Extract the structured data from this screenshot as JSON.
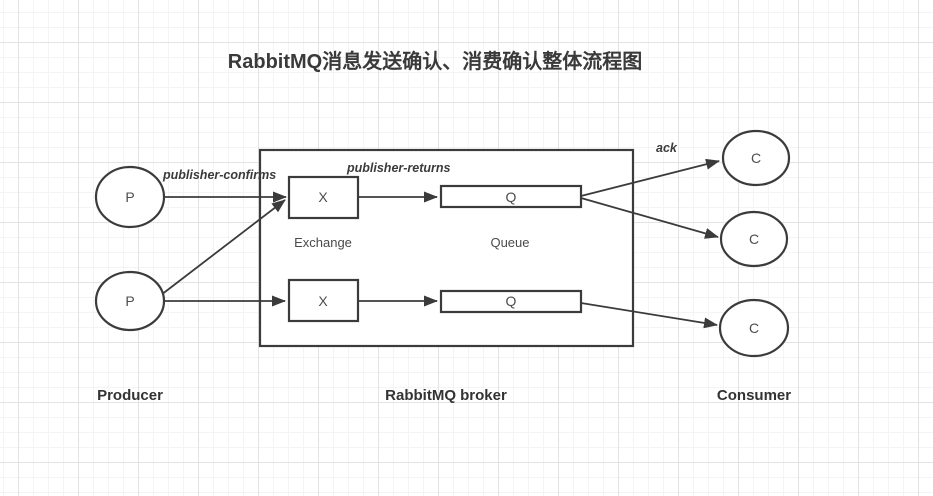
{
  "title": "RabbitMQ消息发送确认、消费确认整体流程图",
  "nodes": {
    "producer": "P",
    "exchange": "X",
    "queue": "Q",
    "consumer": "C"
  },
  "edge_labels": {
    "publisher_confirms": "publisher-confirms",
    "publisher_returns": "publisher-returns",
    "ack": "ack"
  },
  "captions": {
    "exchange": "Exchange",
    "queue": "Queue"
  },
  "footer_labels": {
    "producer": "Producer",
    "broker": "RabbitMQ broker",
    "consumer": "Consumer"
  },
  "colors": {
    "stroke": "#3b3b3b",
    "node_text": "#4d4d4d",
    "title_text": "#3a3a3a",
    "grid_minor": "#f4f4f4",
    "grid_major": "#e3e3e3",
    "background": "#ffffff"
  }
}
